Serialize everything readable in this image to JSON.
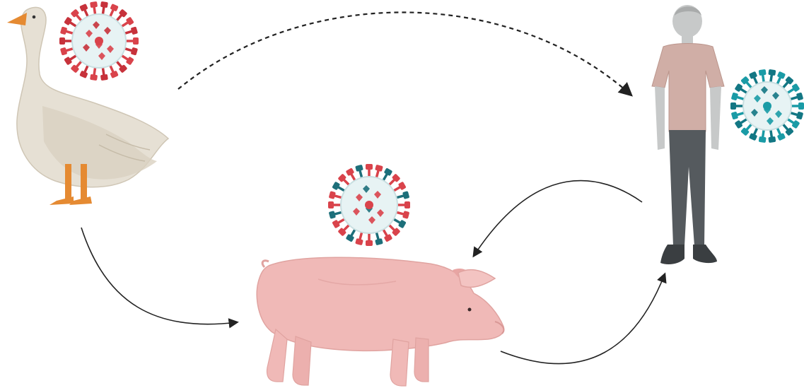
{
  "diagram": {
    "nodes": [
      {
        "id": "goose",
        "label": "goose",
        "icon": "goose-icon",
        "virus": "avian-influenza-virus"
      },
      {
        "id": "pig",
        "label": "pig",
        "icon": "pig-icon",
        "virus": "reassortant-influenza-virus"
      },
      {
        "id": "human",
        "label": "human",
        "icon": "human-icon",
        "virus": "human-influenza-virus"
      }
    ],
    "edges": [
      {
        "from": "goose",
        "to": "human",
        "style": "dashed"
      },
      {
        "from": "goose",
        "to": "pig",
        "style": "solid"
      },
      {
        "from": "pig",
        "to": "human",
        "style": "solid"
      },
      {
        "from": "human",
        "to": "pig",
        "style": "solid"
      }
    ],
    "colors": {
      "avian_virus": "#d9434b",
      "human_virus": "#1a9ba6",
      "virus_core": "#e7f3f4",
      "goose_body": "#e6e0d4",
      "goose_leg": "#e58a32",
      "pig_skin": "#f0b9b7",
      "human_skin": "#c7c9c9",
      "human_shirt": "#d0aea6",
      "human_pants": "#555a5e",
      "arrow": "#222222"
    }
  }
}
